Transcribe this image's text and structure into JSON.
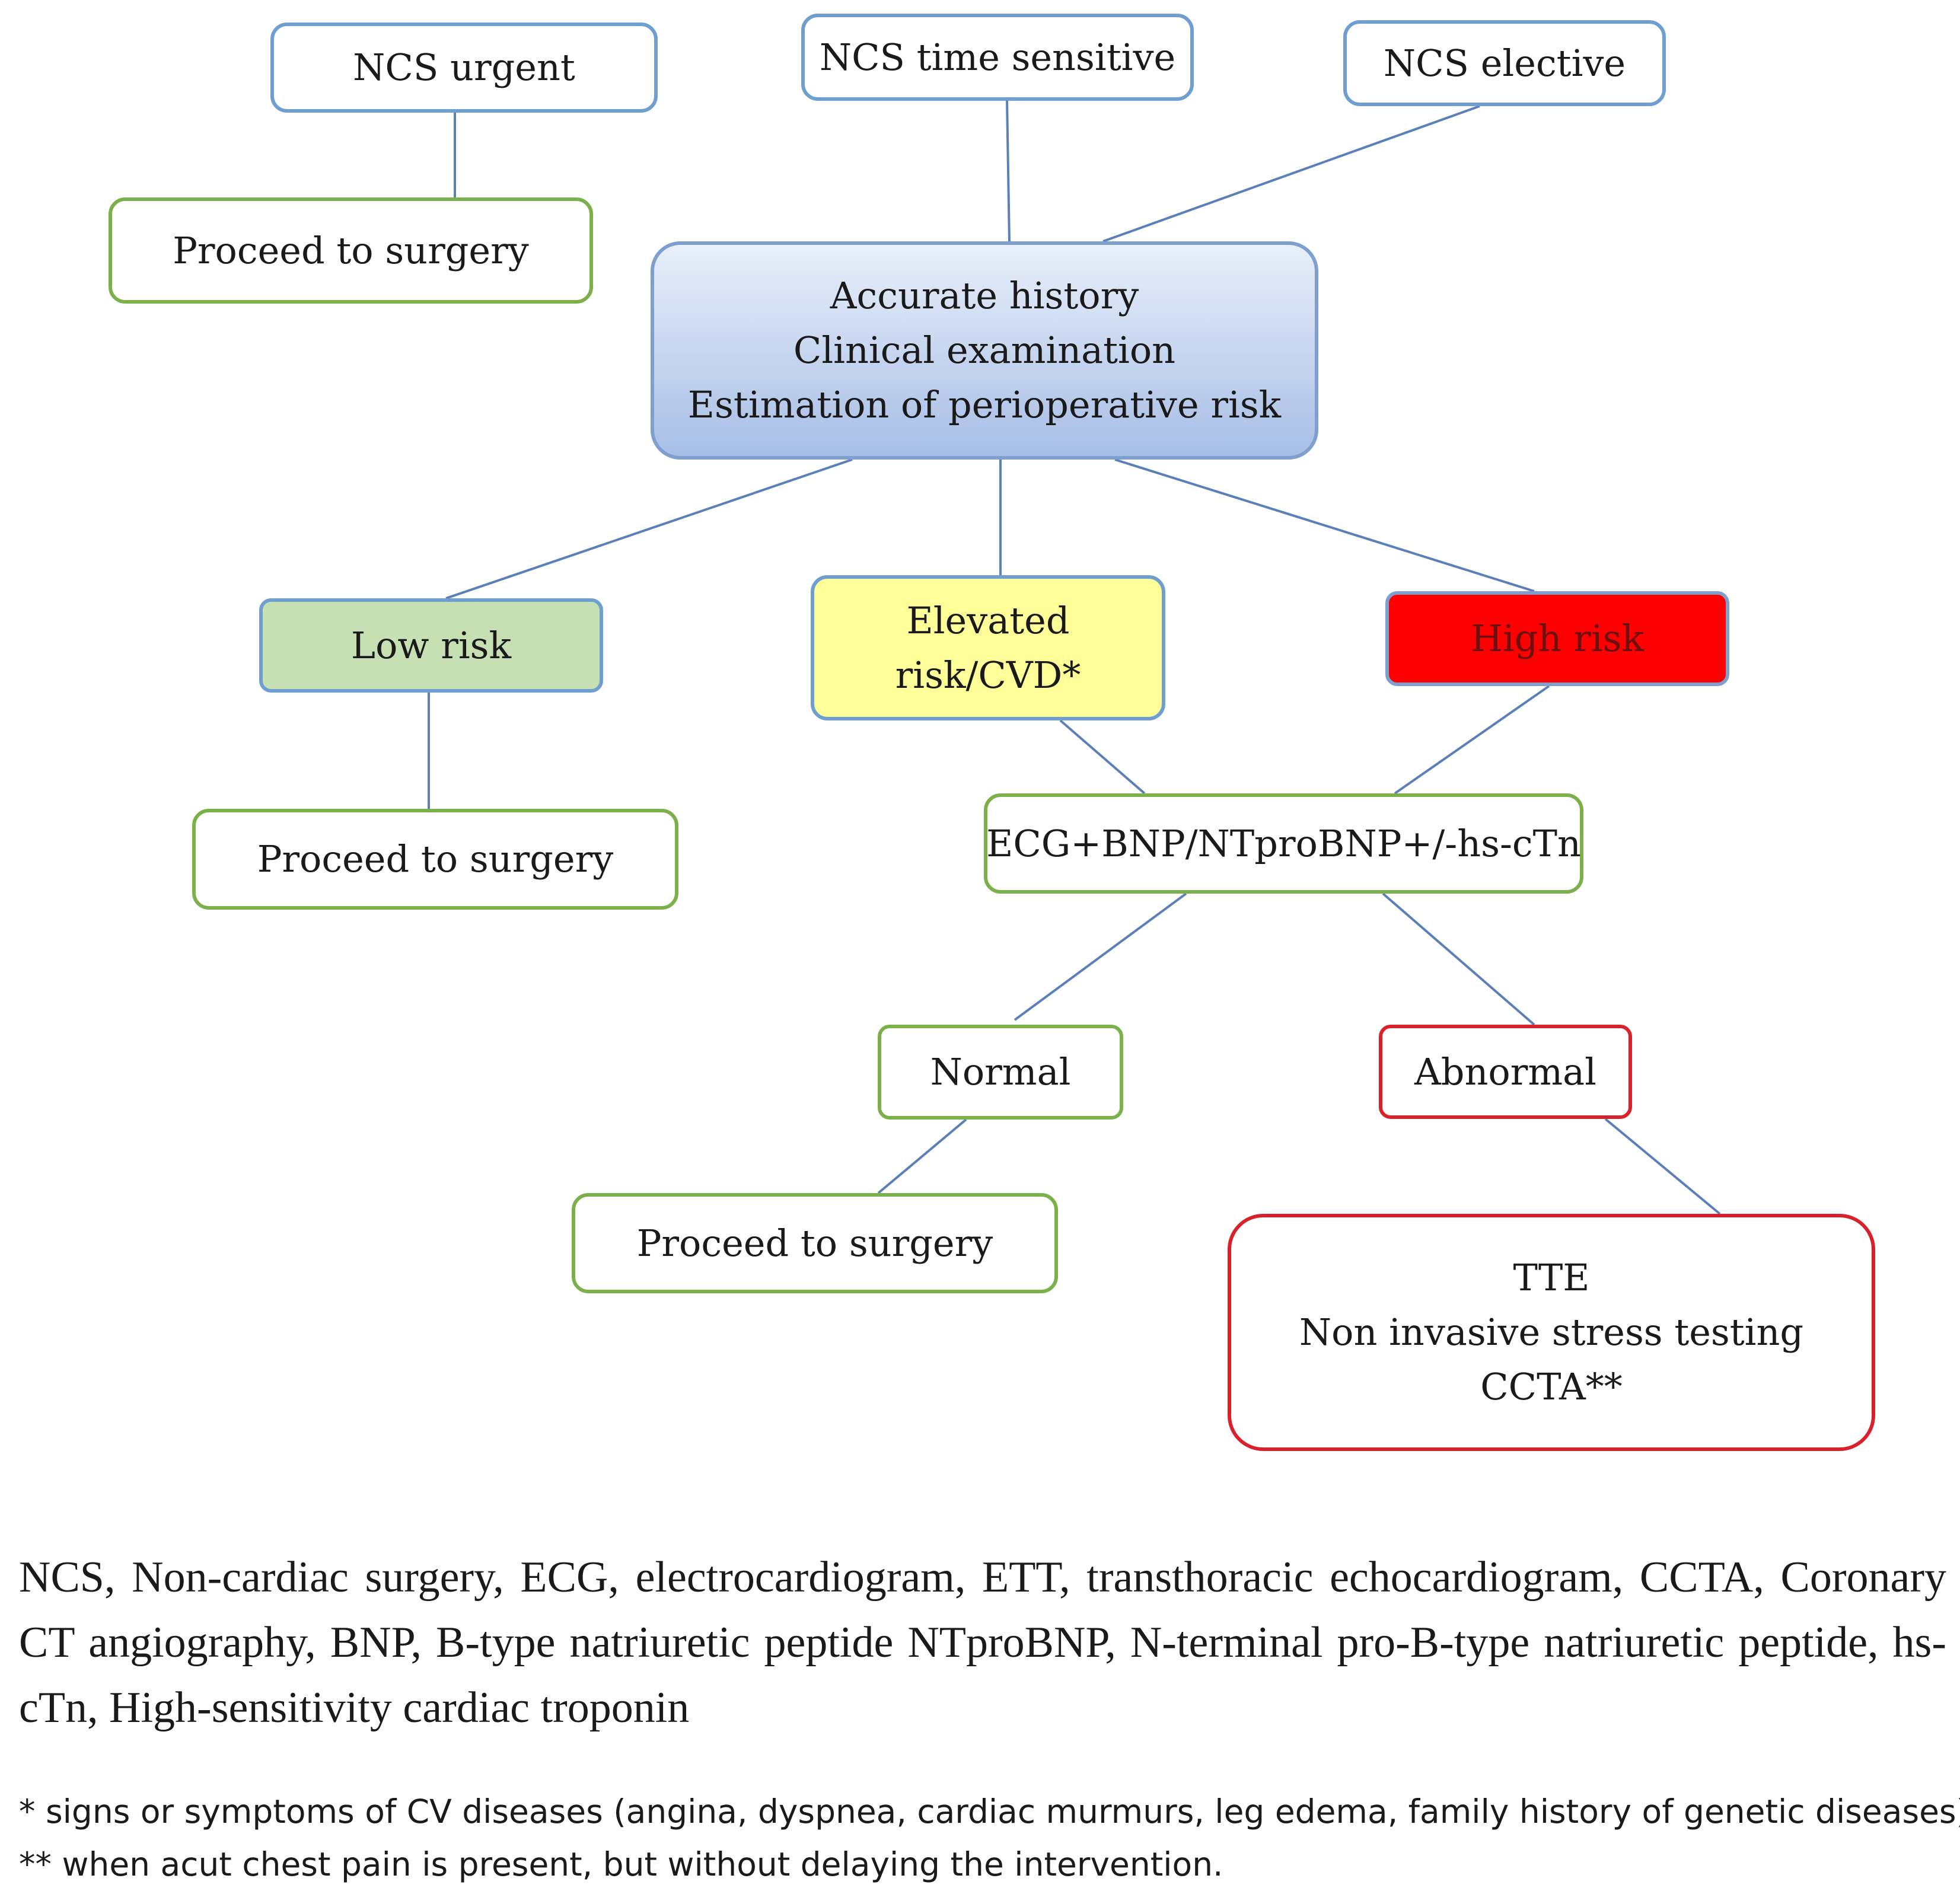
{
  "colors": {
    "connector": "#5b7fb9",
    "box_border_blue": "#6f9fd0",
    "box_border_green": "#7cb04a",
    "box_border_red": "#d9212b",
    "low_risk_fill": "#c6e0b4",
    "elevated_risk_fill": "#ffff99",
    "high_risk_fill": "#ff0000",
    "central_gradient_top": "#e8eff9",
    "central_gradient_bottom": "#a8bee6"
  },
  "nodes": {
    "ncs_urgent": "NCS urgent",
    "ncs_time_sensitive": "NCS time sensitive",
    "ncs_elective": "NCS elective",
    "proceed_top": "Proceed to surgery",
    "assessment": [
      "Accurate history",
      "Clinical examination",
      "Estimation of perioperative risk"
    ],
    "low_risk": "Low risk",
    "elevated_risk": [
      "Elevated",
      "risk/CVD*"
    ],
    "high_risk": "High risk",
    "proceed_low": "Proceed to surgery",
    "biomarkers": "ECG+BNP/NTproBNP+/-hs-cTn",
    "normal": "Normal",
    "abnormal": "Abnormal",
    "proceed_normal": "Proceed to surgery",
    "further_tests": [
      "TTE",
      "Non invasive stress testing",
      "CCTA**"
    ]
  },
  "legend": "NCS, Non-cardiac surgery, ECG, electrocardiogram, ETT, transthoracic echocardiogram,   CCTA, Coronary CT angiography, BNP, B-type natriuretic peptide NTproBNP, N-terminal pro-B-type natriuretic peptide, hs-cTn, High-sensitivity cardiac troponin",
  "footnotes": {
    "single_star": "* signs or symptoms of CV diseases (angina, dyspnea, cardiac murmurs, leg edema, family history of genetic diseases)",
    "double_star": "** when acut chest pain is present, but without delaying the intervention."
  }
}
